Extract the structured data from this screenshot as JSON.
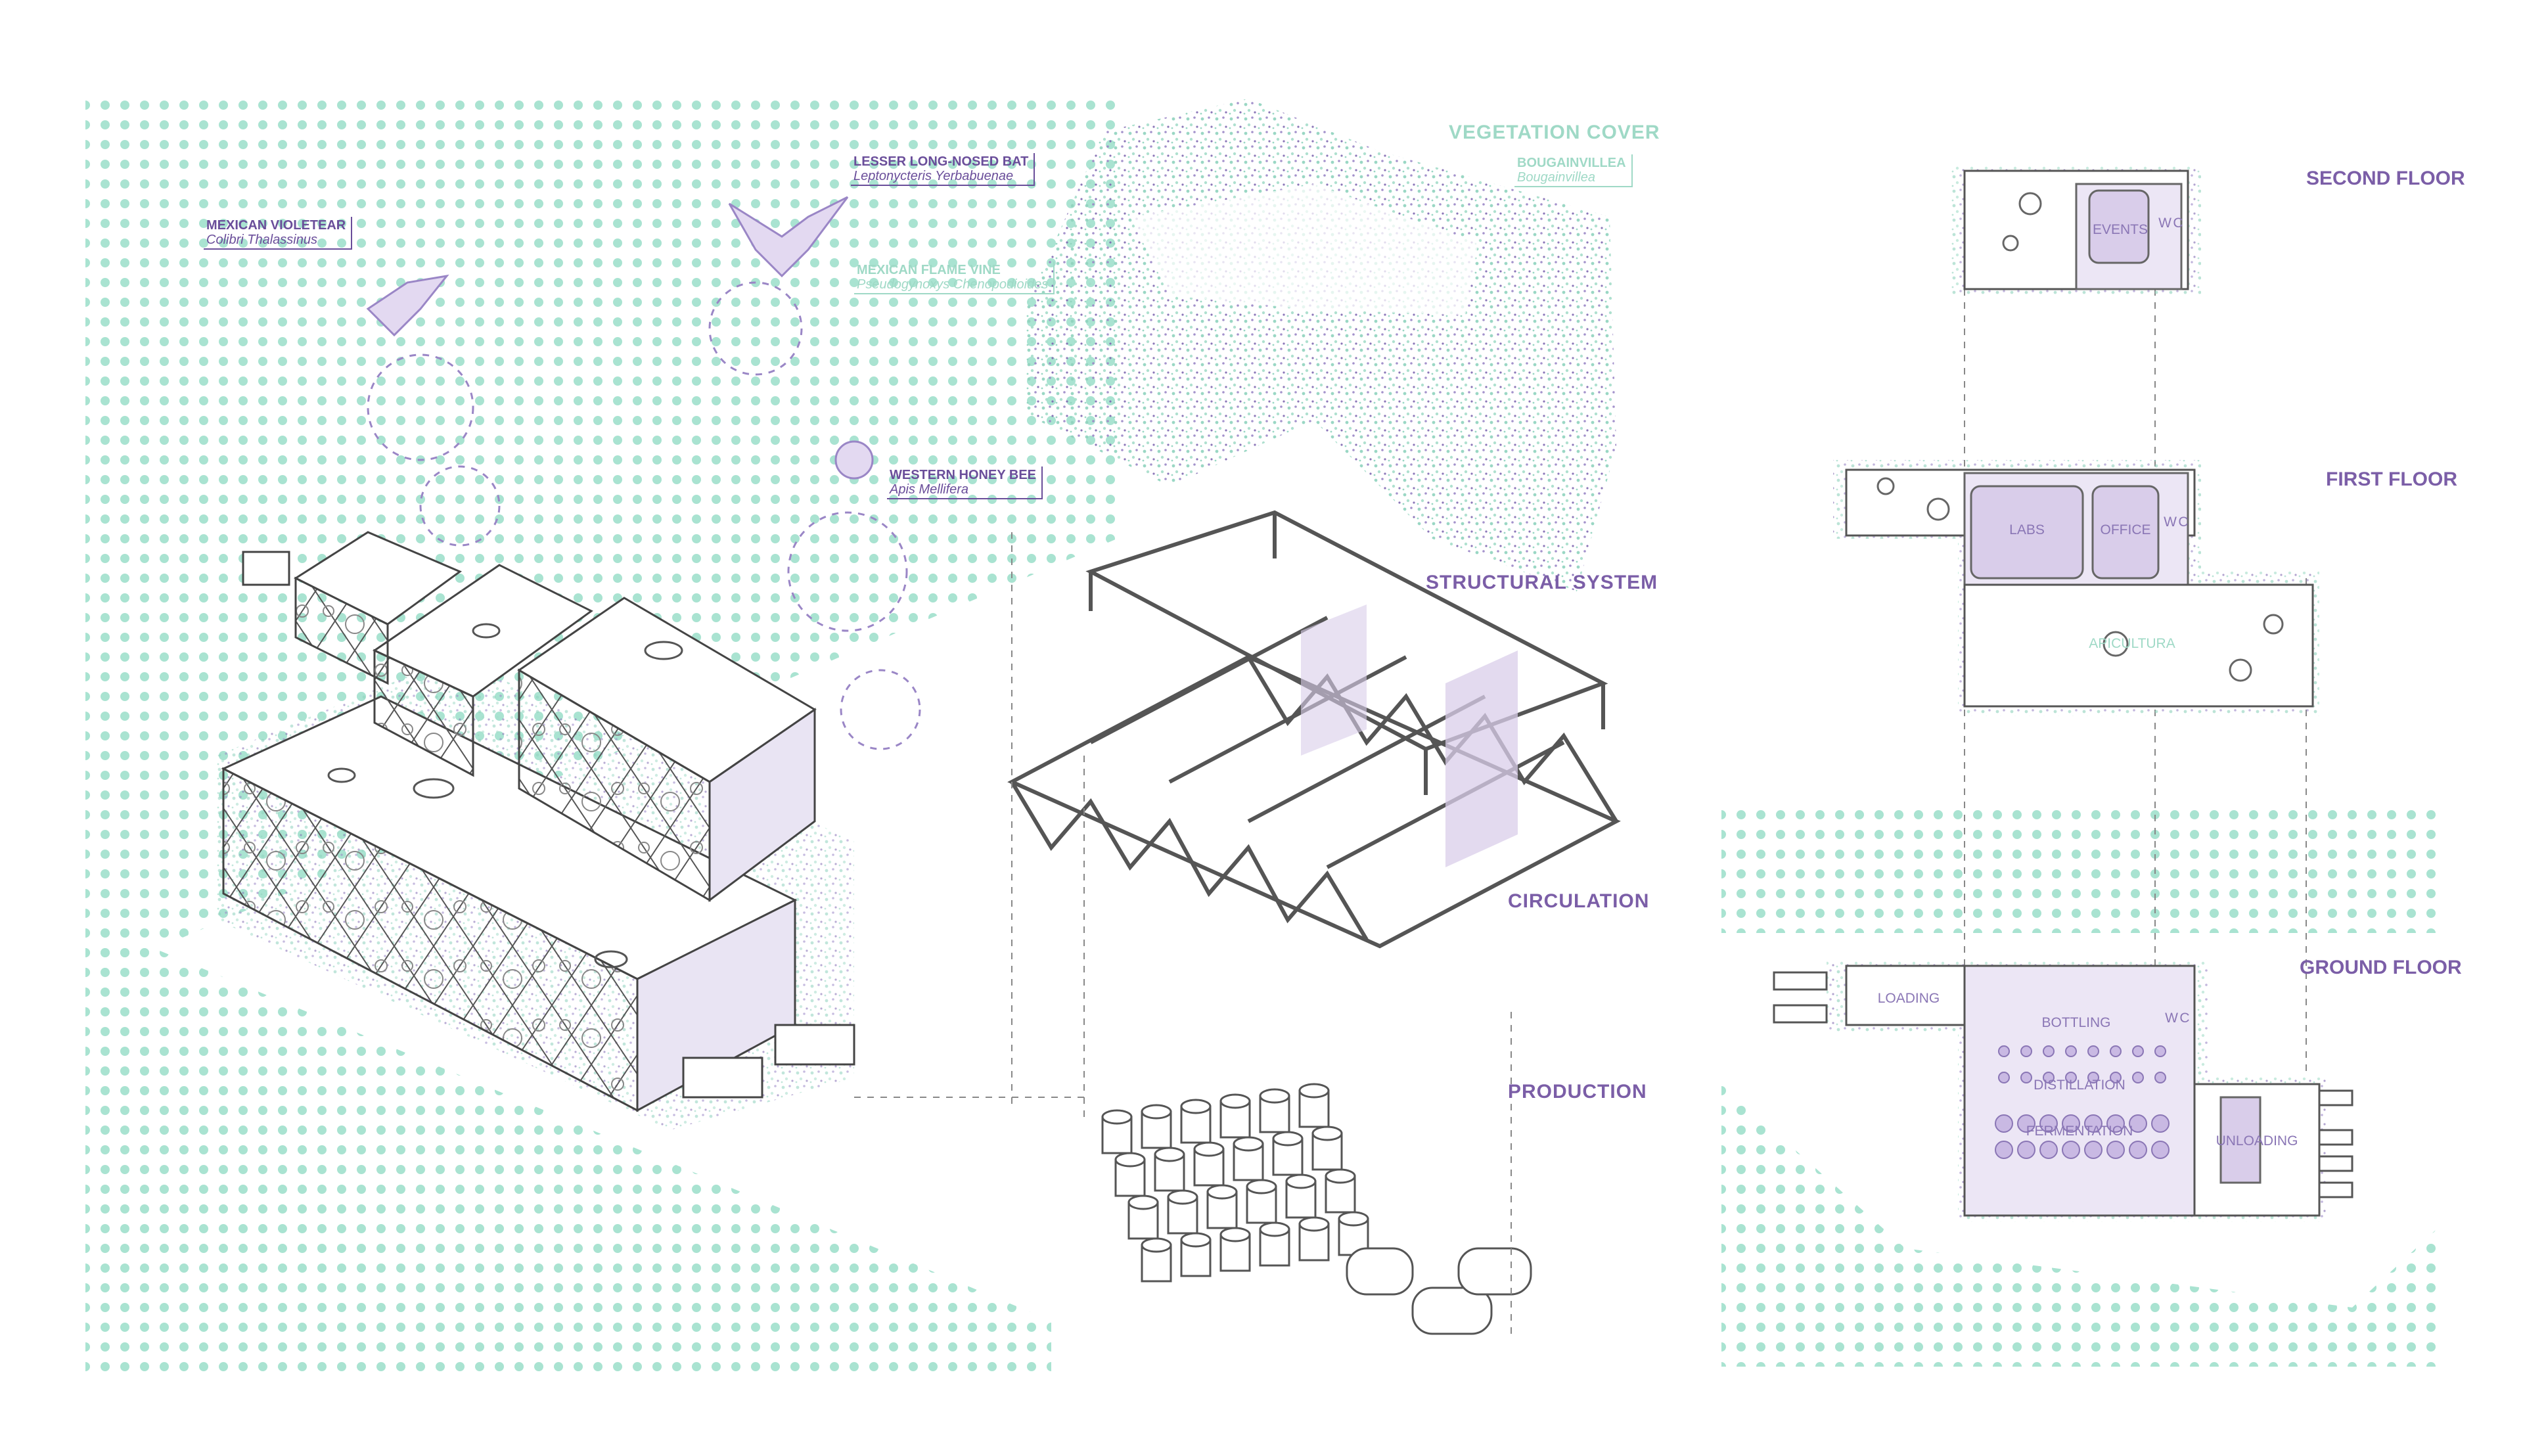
{
  "layer_labels": {
    "vegetation_cover": "VEGETATION COVER",
    "structural_system": "STRUCTURAL SYSTEM",
    "circulation": "CIRCULATION",
    "production": "PRODUCTION"
  },
  "species": {
    "violetear": {
      "common": "MEXICAN VIOLETEAR",
      "latin": "Colibri Thalassinus"
    },
    "bat": {
      "common": "LESSER LONG-NOSED BAT",
      "latin": "Leptonycteris Yerbabuenae"
    },
    "flame_vine": {
      "common": "MEXICAN FLAME VINE",
      "latin": "Pseudogynoxys Chenopodioides"
    },
    "bougainvillea": {
      "common": "BOUGAINVILLEA",
      "latin": "Bougainvillea"
    },
    "honey_bee": {
      "common": "WESTERN HONEY BEE",
      "latin": "Apis Mellifera"
    }
  },
  "floors": {
    "second": {
      "title": "SECOND FLOOR",
      "rooms": [
        "EVENTS",
        "W",
        "C"
      ]
    },
    "first": {
      "title": "FIRST FLOOR",
      "rooms": [
        "LABS",
        "OFFICE",
        "APICULTURA",
        "W",
        "C"
      ]
    },
    "ground": {
      "title": "GROUND FLOOR",
      "rooms": [
        "LOADING",
        "BOTTLING",
        "DISTILLATION",
        "FERMENTATION",
        "UNLOADING",
        "W",
        "C"
      ]
    }
  },
  "colors": {
    "purple": "#7b5ea7",
    "mint": "#9fd9c6",
    "lavender": "#d9cdea",
    "line": "#555555"
  }
}
